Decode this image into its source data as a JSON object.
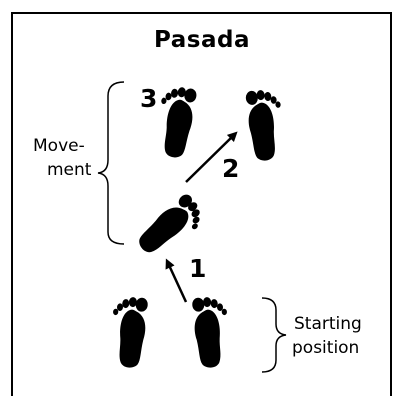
{
  "diagram": {
    "title": "Pasada",
    "movement_label_line1": "Move-",
    "movement_label_line2": "ment",
    "starting_label_line1": "Starting",
    "starting_label_line2": "position",
    "step_numbers": [
      "1",
      "2",
      "3"
    ],
    "colors": {
      "foot": "#000000",
      "background": "#ffffff",
      "stroke": "#000000"
    }
  }
}
